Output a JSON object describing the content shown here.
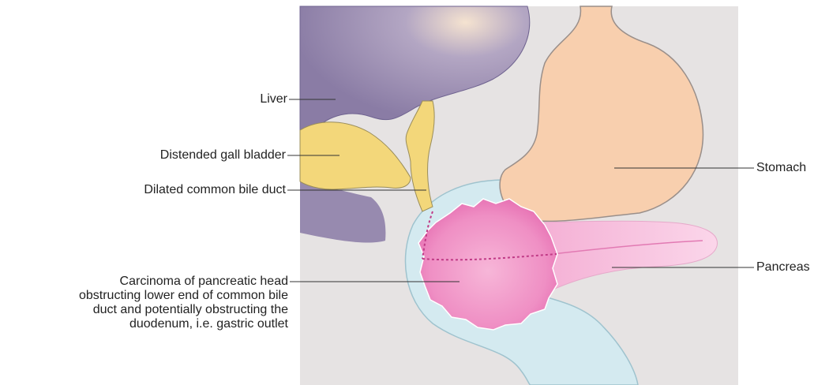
{
  "diagram": {
    "labels": {
      "liver": "Liver",
      "gall_bladder": "Distended gall bladder",
      "bile_duct": "Dilated common bile duct",
      "carcinoma": "Carcinoma of pancreatic head\nobstructing lower end of common bile\nduct and potentially obstructing the\nduodenum, i.e. gastric outlet",
      "stomach": "Stomach",
      "pancreas": "Pancreas"
    },
    "colors": {
      "liver": "#8e80a8",
      "gall_bladder": "#f3d77a",
      "stomach": "#f8cfae",
      "duodenum": "#d4eaf0",
      "pancreas": "#f5b8d8",
      "tumour": "#ea7fbd",
      "background_panel": "#e6e3e3"
    }
  }
}
